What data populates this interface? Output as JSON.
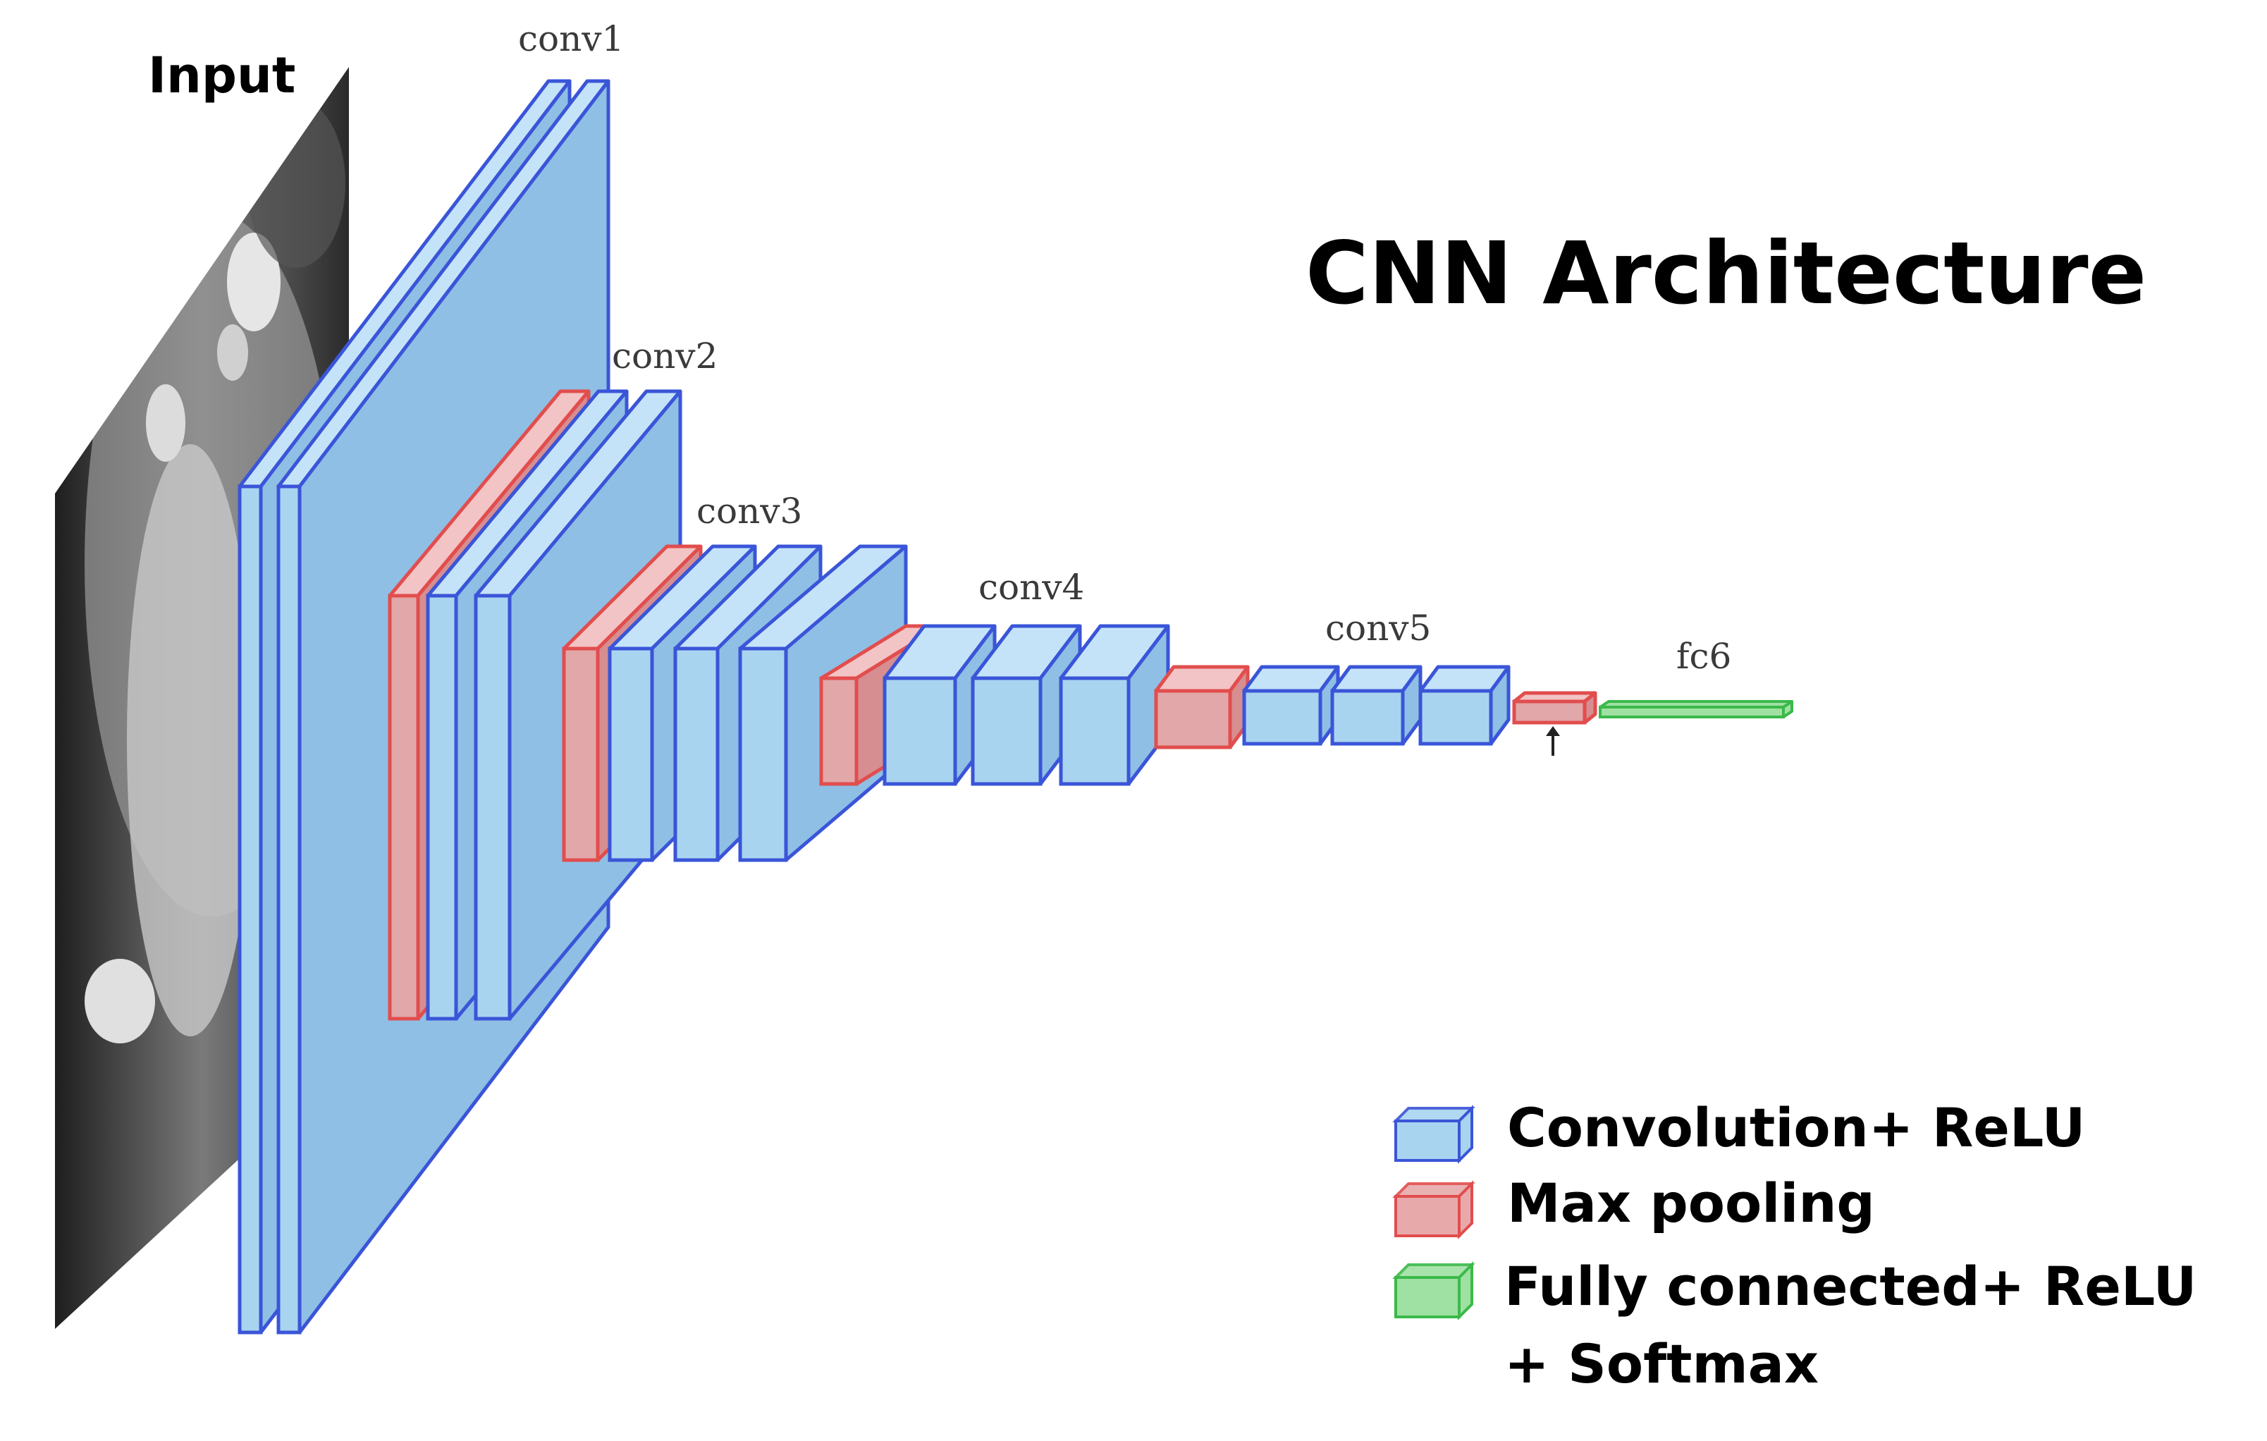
{
  "title": "CNN Architecture",
  "input_label": "Input",
  "stages": [
    {
      "id": "conv1",
      "label": "conv1"
    },
    {
      "id": "conv2",
      "label": "conv2"
    },
    {
      "id": "conv3",
      "label": "conv3"
    },
    {
      "id": "conv4",
      "label": "conv4"
    },
    {
      "id": "conv5",
      "label": "conv5"
    },
    {
      "id": "fc6",
      "label": "fc6"
    }
  ],
  "legend": [
    {
      "key": "conv",
      "label": "Convolution+ ReLU",
      "color": "#a9d4f0",
      "border": "#3a55d8"
    },
    {
      "key": "pool",
      "label": "Max pooling",
      "color": "#e8a9ab",
      "border": "#e24d4d"
    },
    {
      "key": "fc",
      "label": "Fully connected+ ReLU",
      "label2": "+ Softmax",
      "color": "#9fe0a3",
      "border": "#3bb94a"
    }
  ],
  "colors": {
    "conv_fill": "#a9d4f0",
    "conv_top": "#c4e3f8",
    "conv_side": "#8fbfe4",
    "conv_border": "#3a55d8",
    "pool_fill": "#e2a7a9",
    "pool_top": "#f2c4c5",
    "pool_side": "#d68e91",
    "pool_border": "#e24d4d",
    "fc_fill": "#9fe0a3",
    "fc_border": "#3bb94a"
  }
}
